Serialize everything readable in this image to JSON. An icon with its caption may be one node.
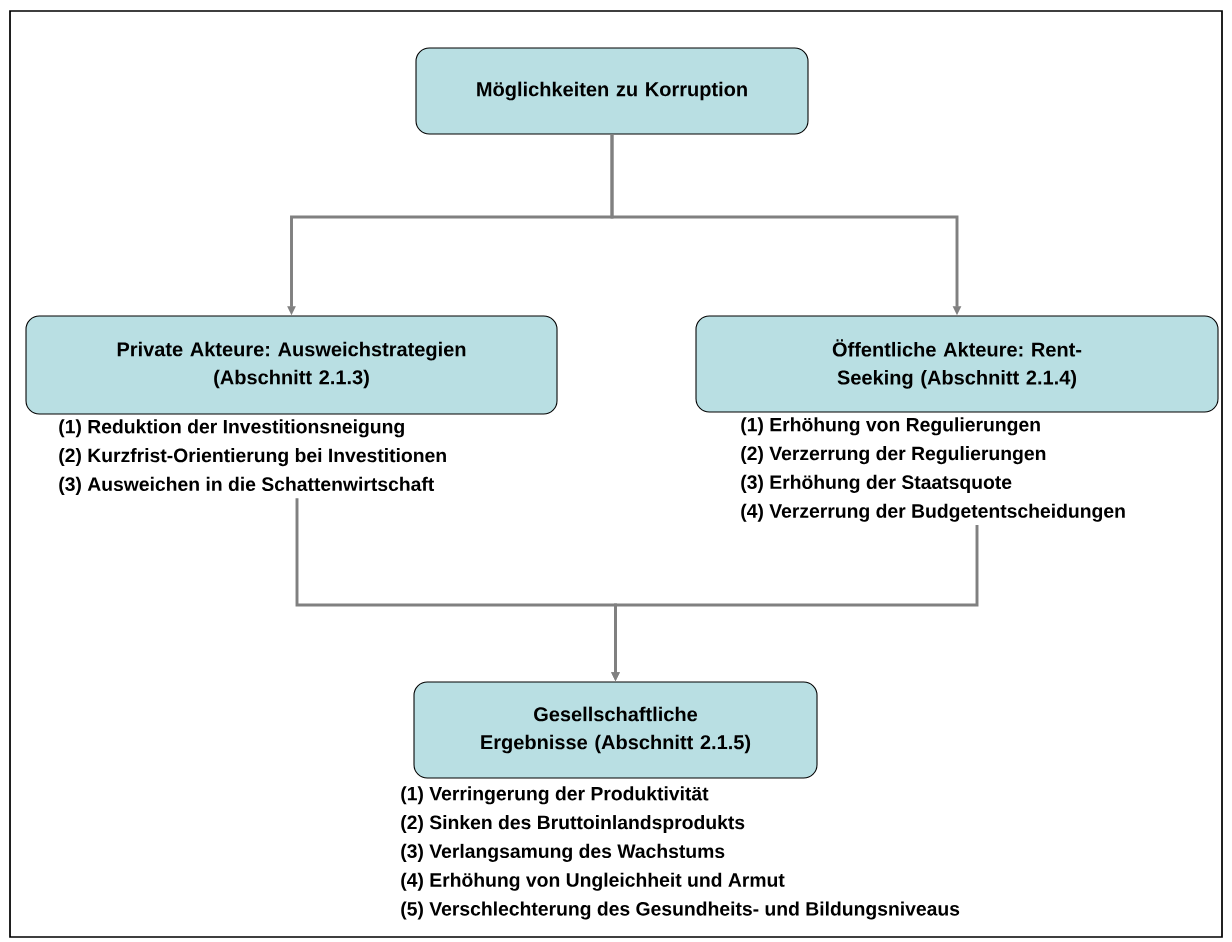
{
  "diagram": {
    "nodes": [
      {
        "text": [
          "Möglichkeiten zu Korruption"
        ]
      },
      {
        "text": [
          "Private Akteure: Ausweichstrategien (Abschnitt 2.1.3)"
        ],
        "beside": [
          "(1) Reduktion der Investitionsneigung",
          "(2) Kurzfrist-Orientierung bei Investitionen",
          "(3) Ausweichen in die Schattenwirtschaft"
        ]
      },
      {
        "text": [
          "Öffentliche Akteure: Rent-Seeking (Abschnitt 2.1.4)"
        ],
        "beside": [
          "(1) Erhöhung von Regulierungen",
          "(2) Verzerrung der Regulierungen",
          "(3) Erhöhung der Staatsquote",
          "(4) Verzerrung der Budgetentscheidungen"
        ]
      },
      {
        "text": [
          "Gesellschaftliche Ergebnisse (Abschnitt 2.1.5)"
        ],
        "beside": [
          "(1) Verringerung der Produktivität",
          "(2) Sinken des Bruttoinlandsprodukts",
          "(3) Verlangsamung des Wachstums",
          "(4) Erhöhung von Ungleichheit und Armut",
          "(5) Verschlechterung des Gesundheits- und Bildungsniveaus"
        ]
      }
    ],
    "edges": [
      {
        "from": 0,
        "to": 1,
        "arrow": "to"
      },
      {
        "from": 0,
        "to": 2,
        "arrow": "to"
      },
      {
        "from": 1,
        "to": 3,
        "arrow": "to"
      },
      {
        "from": 2,
        "to": 3,
        "arrow": "to"
      }
    ]
  }
}
